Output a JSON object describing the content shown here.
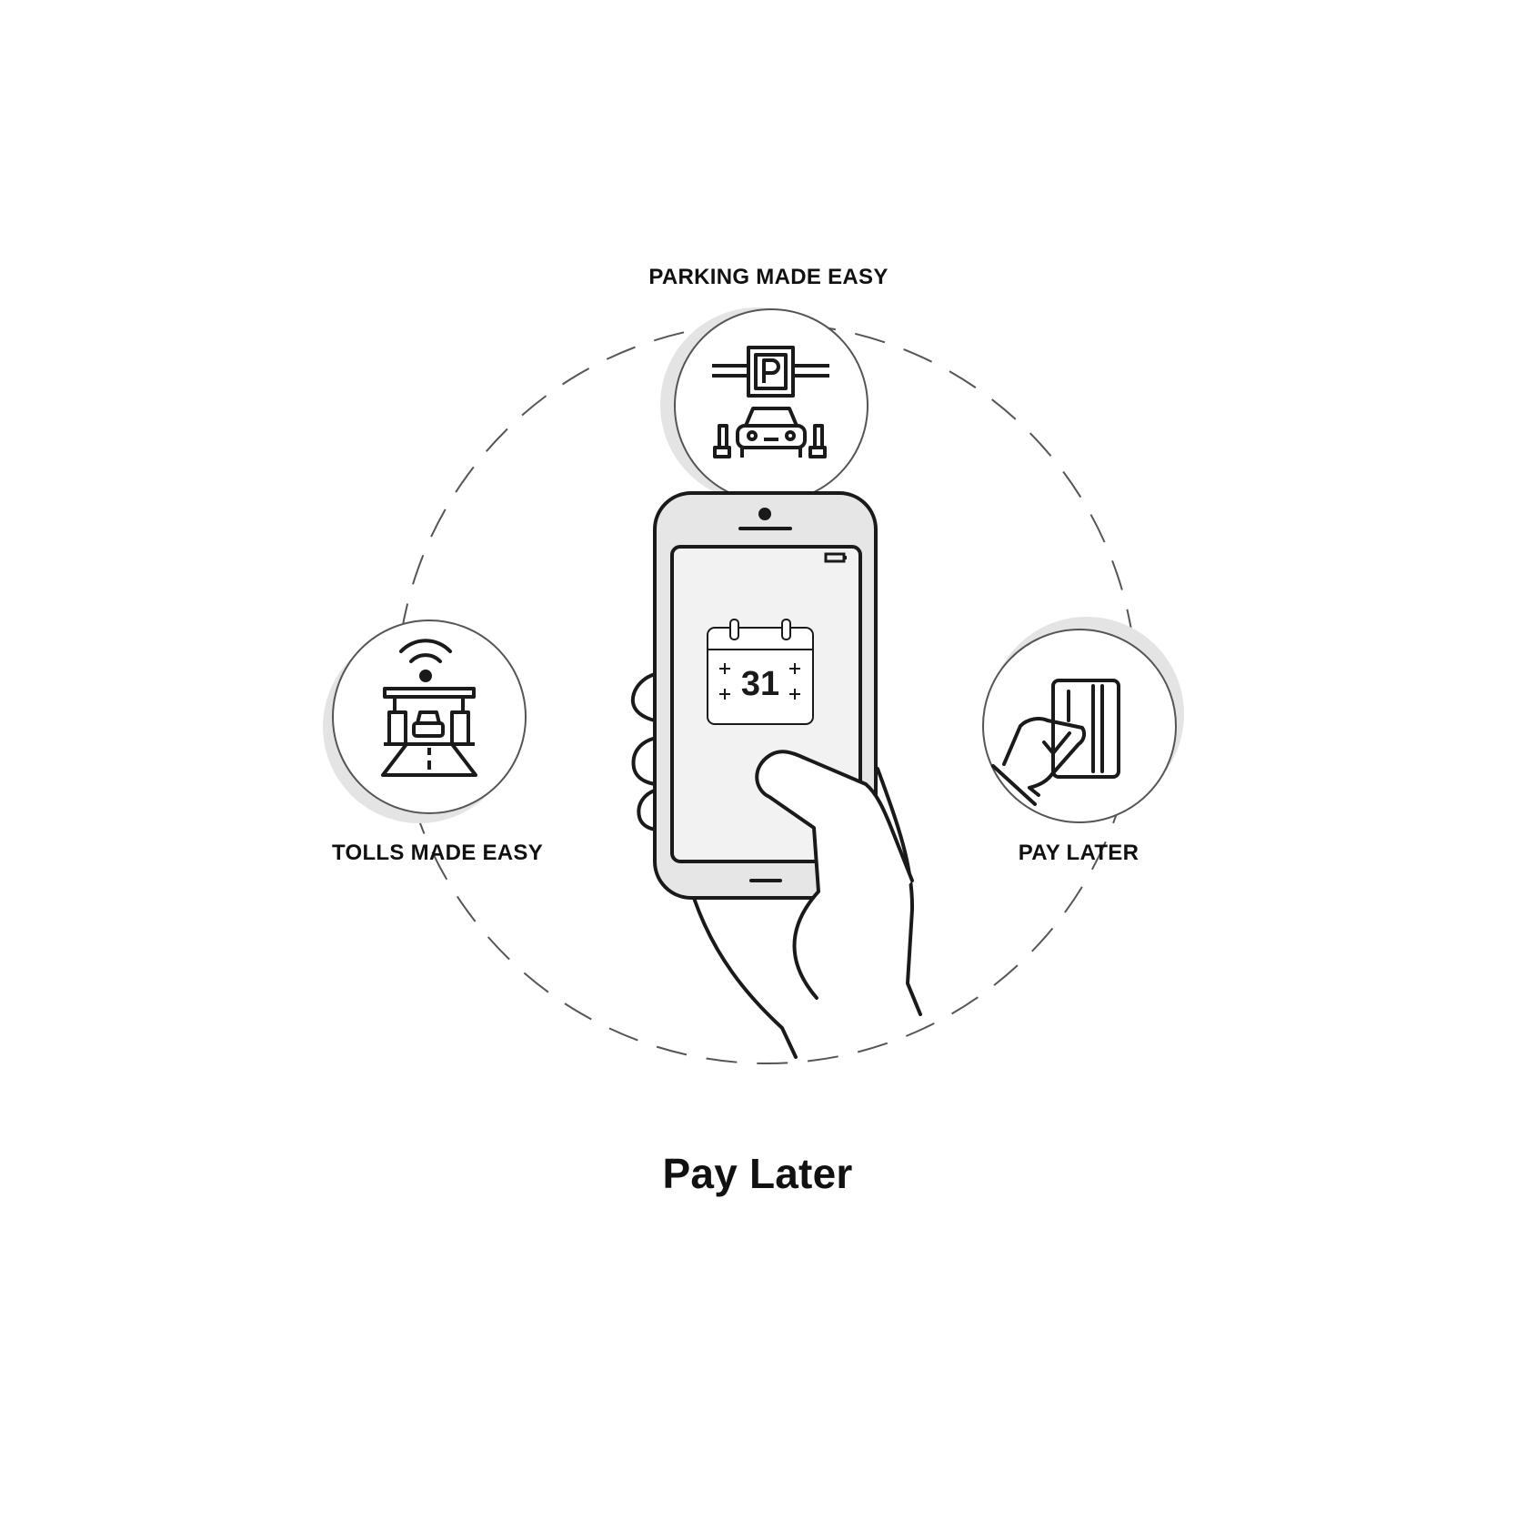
{
  "labels": {
    "parking": "PARKING MADE EASY",
    "tolls": "TOLLS MADE EASY",
    "pay_later": "PAY LATER",
    "caption": "Pay Later"
  },
  "calendar": {
    "day": "31"
  },
  "colors": {
    "stroke": "#1a1a1a",
    "ring": "#555555",
    "shadow": "#e4e4e4",
    "screen": "#f2f2f2",
    "phone_body": "#e6e6e6"
  },
  "icons": [
    "parking-icon",
    "toll-booth-icon",
    "pay-card-icon",
    "calendar-icon",
    "smartphone-icon",
    "hand-icon"
  ]
}
